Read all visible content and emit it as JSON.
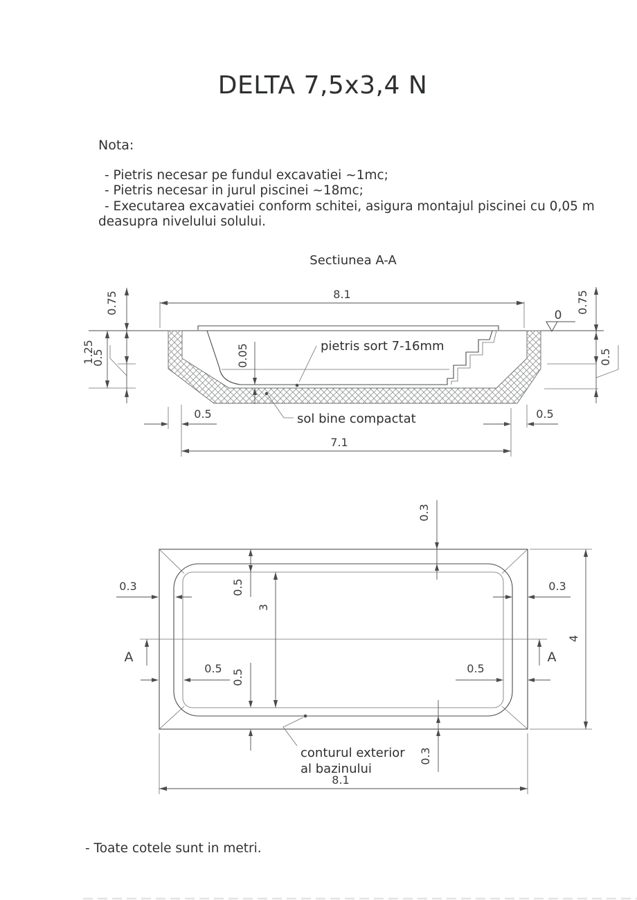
{
  "title": "DELTA 7,5x3,4 N",
  "notes": {
    "heading": "Nota:",
    "items": [
      "- Pietris necesar pe fundul excavatiei ~1mc;",
      "- Pietris necesar in jurul piscinei ~18mc;",
      "- Executarea excavatiei conform schitei, asigura montajul piscinei cu 0,05 m",
      "deasupra nivelului solului."
    ],
    "footer": "- Toate cotele sunt in metri."
  },
  "section_view": {
    "title": "Sectiunea A-A",
    "datum_level": "0",
    "dims": {
      "top_width": "8.1",
      "excavation_depth": "1.25",
      "above_ground_left": "0.75",
      "upper_depth_left": "0.5",
      "gravel_thickness": "0.05",
      "above_ground_right": "0.75",
      "upper_depth_right": "0.5",
      "bottom_margin_left": "0.5",
      "bottom_margin_right": "0.5",
      "bottom_width": "7.1"
    },
    "labels": {
      "gravel": "pietris sort 7-16mm",
      "soil": "sol bine compactat"
    }
  },
  "plan_view": {
    "section_marker": "A",
    "dims": {
      "top_offset": "0.3",
      "left_offset": "0.3",
      "right_offset": "0.3",
      "top_wall": "0.5",
      "interior_width": "3",
      "left_wall": "0.5",
      "right_wall": "0.5",
      "bottom_wall": "0.5",
      "overall_height": "4",
      "bottom_offset": "0.3",
      "overall_width": "8.1"
    },
    "labels": {
      "contour_line1": "conturul exterior",
      "contour_line2": "al bazinului"
    }
  }
}
